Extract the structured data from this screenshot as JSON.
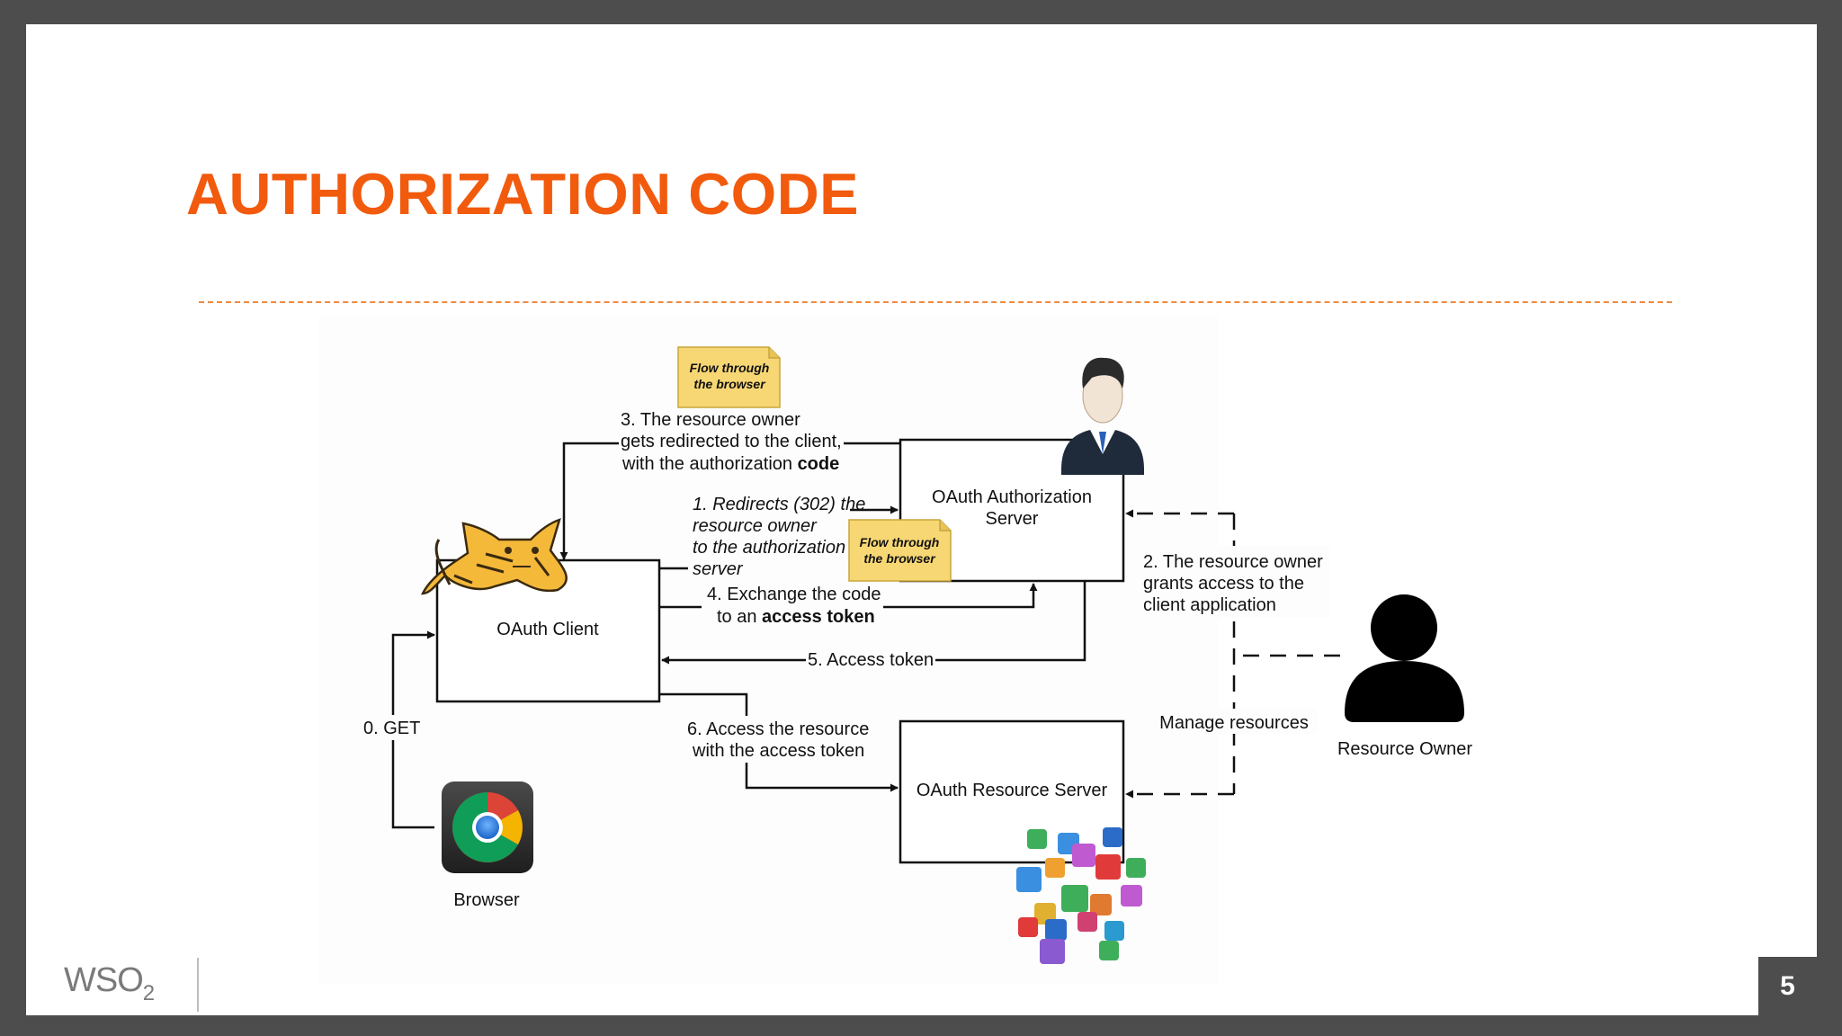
{
  "slide": {
    "title": "AUTHORIZATION CODE",
    "page_number": "5",
    "logo_text": "WSO",
    "logo_sub": "2"
  },
  "diagram": {
    "nodes": {
      "client": "OAuth Client",
      "auth_server_line1": "OAuth Authorization",
      "auth_server_line2": "Server",
      "resource_server": "OAuth Resource Server",
      "browser": "Browser",
      "resource_owner": "Resource Owner"
    },
    "notes": {
      "note1_line1": "Flow through",
      "note1_line2": "the browser",
      "note2_line1": "Flow through",
      "note2_line2": "the browser"
    },
    "steps": {
      "step0": "0. GET",
      "step1_line1": "1. Redirects (302) the",
      "step1_line2": "resource owner",
      "step1_line3": "to the authorization",
      "step1_line4": "server",
      "step2_line1": "2. The resource owner",
      "step2_line2": "grants access to the",
      "step2_line3": "client application",
      "step3_line1": "3. The resource owner",
      "step3_line2": "gets redirected to the client,",
      "step3_line3a": "with the authorization ",
      "step3_line3b": "code",
      "step4_line1": "4. Exchange the code",
      "step4_line2a": "to an ",
      "step4_line2b": "access token",
      "step5": "5. Access token",
      "step6_line1": "6. Access the resource",
      "step6_line2": "with the access token",
      "manage": "Manage resources"
    },
    "icons": [
      "tomcat-cat-icon",
      "chrome-icon",
      "businessman-icon",
      "user-silhouette-icon",
      "apps-cluster-icon"
    ],
    "colors": {
      "title": "#f25a0d",
      "note_fill": "#f7d774",
      "note_border": "#c9a53a"
    }
  }
}
